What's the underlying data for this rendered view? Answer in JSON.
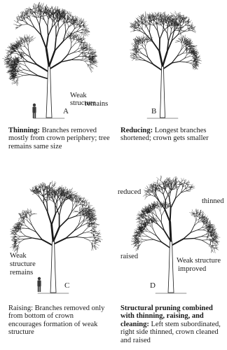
{
  "panels": {
    "a": {
      "letter": "A",
      "annotation": [
        "Weak structure",
        "remains"
      ],
      "caption_bold": "Thinning:",
      "caption_text": " Branches removed mostly from crown periphery; tree remains same size"
    },
    "b": {
      "letter": "B",
      "caption_bold": "Reducing:",
      "caption_text": " Longest branches shortened; crown gets smaller"
    },
    "c": {
      "letter": "C",
      "annotation": [
        "Weak",
        "structure",
        "remains"
      ],
      "caption_text": "Raising: Branches removed only from bottom of crown encourages formation of weak structure"
    },
    "d": {
      "letter": "D",
      "label_reduced": "reduced",
      "label_thinned": "thinned",
      "label_raised": "raised",
      "annotation": [
        "Weak structure",
        "improved"
      ],
      "caption_bold": "Structural pruning combined with thinning, raising, and cleaning:",
      "caption_text": " Left stem subordinated, right side thinned, crown cleaned and raised"
    }
  },
  "colors": {
    "ink": "#1a1a1a",
    "figure": "#3a3a3a"
  }
}
